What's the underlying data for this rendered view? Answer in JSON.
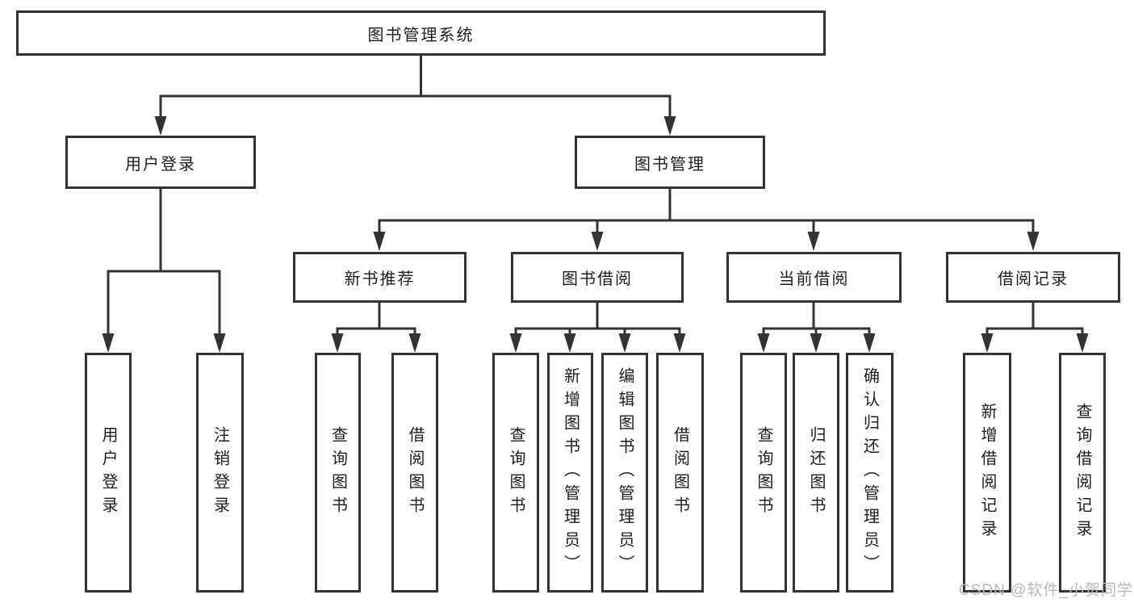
{
  "tree": {
    "label": "图书管理系统",
    "children": [
      {
        "label": "用户登录",
        "children": [
          {
            "label": "用户登录"
          },
          {
            "label": "注销登录"
          }
        ]
      },
      {
        "label": "图书管理",
        "children": [
          {
            "label": "新书推荐",
            "children": [
              {
                "label": "查询图书"
              },
              {
                "label": "借阅图书"
              }
            ]
          },
          {
            "label": "图书借阅",
            "children": [
              {
                "label": "查询图书"
              },
              {
                "label": "新增图书（管理员）"
              },
              {
                "label": "编辑图书（管理员）"
              },
              {
                "label": "借阅图书"
              }
            ]
          },
          {
            "label": "当前借阅",
            "children": [
              {
                "label": "查询图书"
              },
              {
                "label": "归还图书"
              },
              {
                "label": "确认归还（管理员）"
              }
            ]
          },
          {
            "label": "借阅记录",
            "children": [
              {
                "label": "新增借阅记录"
              },
              {
                "label": "查询借阅记录"
              }
            ]
          }
        ]
      }
    ]
  },
  "watermark": "CSDN @软件_小贺同学",
  "colors": {
    "line": "#333333",
    "box_border": "#333333",
    "text": "#1e1e1e",
    "watermark": "#b9b9b9",
    "background": "#ffffff"
  }
}
